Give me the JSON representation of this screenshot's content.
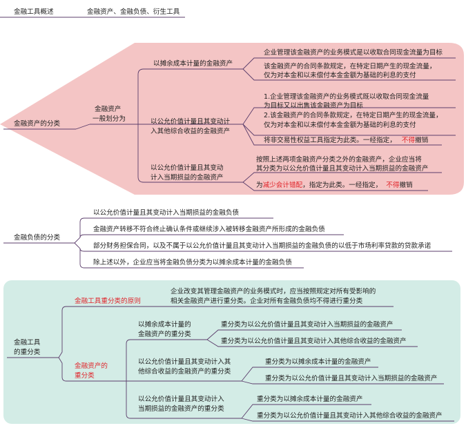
{
  "colors": {
    "pink_region": "#f4c5c5",
    "teal_region": "#d3ece6",
    "line": "#5b3d6b",
    "red_text": "#e0252b"
  },
  "overview": {
    "label": "金融工具概述",
    "detail": "金融资产、金融负债、衍生工具"
  },
  "asset_classification": {
    "label": "金融资产的分类",
    "sub": [
      "金融资产",
      "一般划分为"
    ],
    "amortized": {
      "label": "以摊余成本计量的金融资产",
      "conditions": [
        "企业管理该金融资产的业务模式是以收取合同现金流量为目标",
        "该金融资产的合同条款规定，在特定日期产生的现金流量，",
        "仅为对本金和以未偿付本金金额为基础的利息的支付"
      ]
    },
    "fvoci": {
      "label": [
        "以公允价值计量且其变动计",
        "入其他综合收益的金融资产"
      ],
      "conditions": [
        "1.企业管理该金融资产的业务模式既以收取合同现金流量",
        "为目标又以出售该金融资产为目标",
        "2.该金融资产的合同条款规定，在特定日期产生的现金流量，",
        "仅为对本金和以未偿付本金金额为基础的利息的支付"
      ],
      "equity_note": {
        "a": "将非交易性权益工具指定为此类。一经指定，",
        "b": "不得",
        "c": "撤销"
      }
    },
    "fvtpl": {
      "label": [
        "以公允价值计量且其变动",
        "计入当期损益的金融资产"
      ],
      "conditions": [
        "按照上述两项金融资产分类之外的金融资产，企业应当将",
        "其分类为以公允价值计量且其变动计入当期损益的金融资产"
      ],
      "designate_note": {
        "a": "为",
        "b": "减少会计错配",
        "c": "，指定为此类。一经指定，",
        "d": "不得",
        "e": "撤销"
      }
    }
  },
  "liability_classification": {
    "label": "金融负债的分类",
    "items": [
      "以公允价值计量且其变动计入当期损益的金融负债",
      "金融资产转移不符合终止确认条件或继续涉入被转移金融资产所形成的金融负债",
      "部分财务担保合同，以及不属于以公允价值计量且其变动计入当期损益的金融负债的以低于市场利率贷款的贷款承诺",
      "除上述以外，企业应当将金融负债分类为以摊余成本计量的金融负债"
    ]
  },
  "reclassification": {
    "label": [
      "金融工具",
      "的重分类"
    ],
    "principle": {
      "label": "金融工具重分类的原则",
      "text": [
        "企业改变其管理金融资产的业务模式时，应当按照规定对所有受影响的",
        "相关金融资产进行重分类。企业对所有金融负债均不得进行重分类"
      ]
    },
    "asset_reclass": {
      "label": [
        "金融资产的",
        "重分类"
      ],
      "groups": [
        {
          "label": [
            "以摊余成本计量的",
            "金融资产的重分类"
          ],
          "items": [
            "重分类为以公允价值计量且其变动计入当期损益的金融资产",
            "重分类为以公允价值计量且其变动计入其他综合收益的金融资产"
          ]
        },
        {
          "label": [
            "以公允价值计量且其变动计入其",
            "他综合收益的金融资产的重分类"
          ],
          "items": [
            "重分类为以摊余成本计量的金融资产",
            "重分类为以公允价值计量且其变动计入当期损益的金融资产"
          ]
        },
        {
          "label": [
            "以公允价值计量且其变动计入",
            "当期损益的金融资产的重分类"
          ],
          "items": [
            "重分类为以摊余成本计量的金融资产",
            "重分类为以公允价值计量且其变动计入其他综合收益的金融资产"
          ]
        }
      ]
    }
  }
}
